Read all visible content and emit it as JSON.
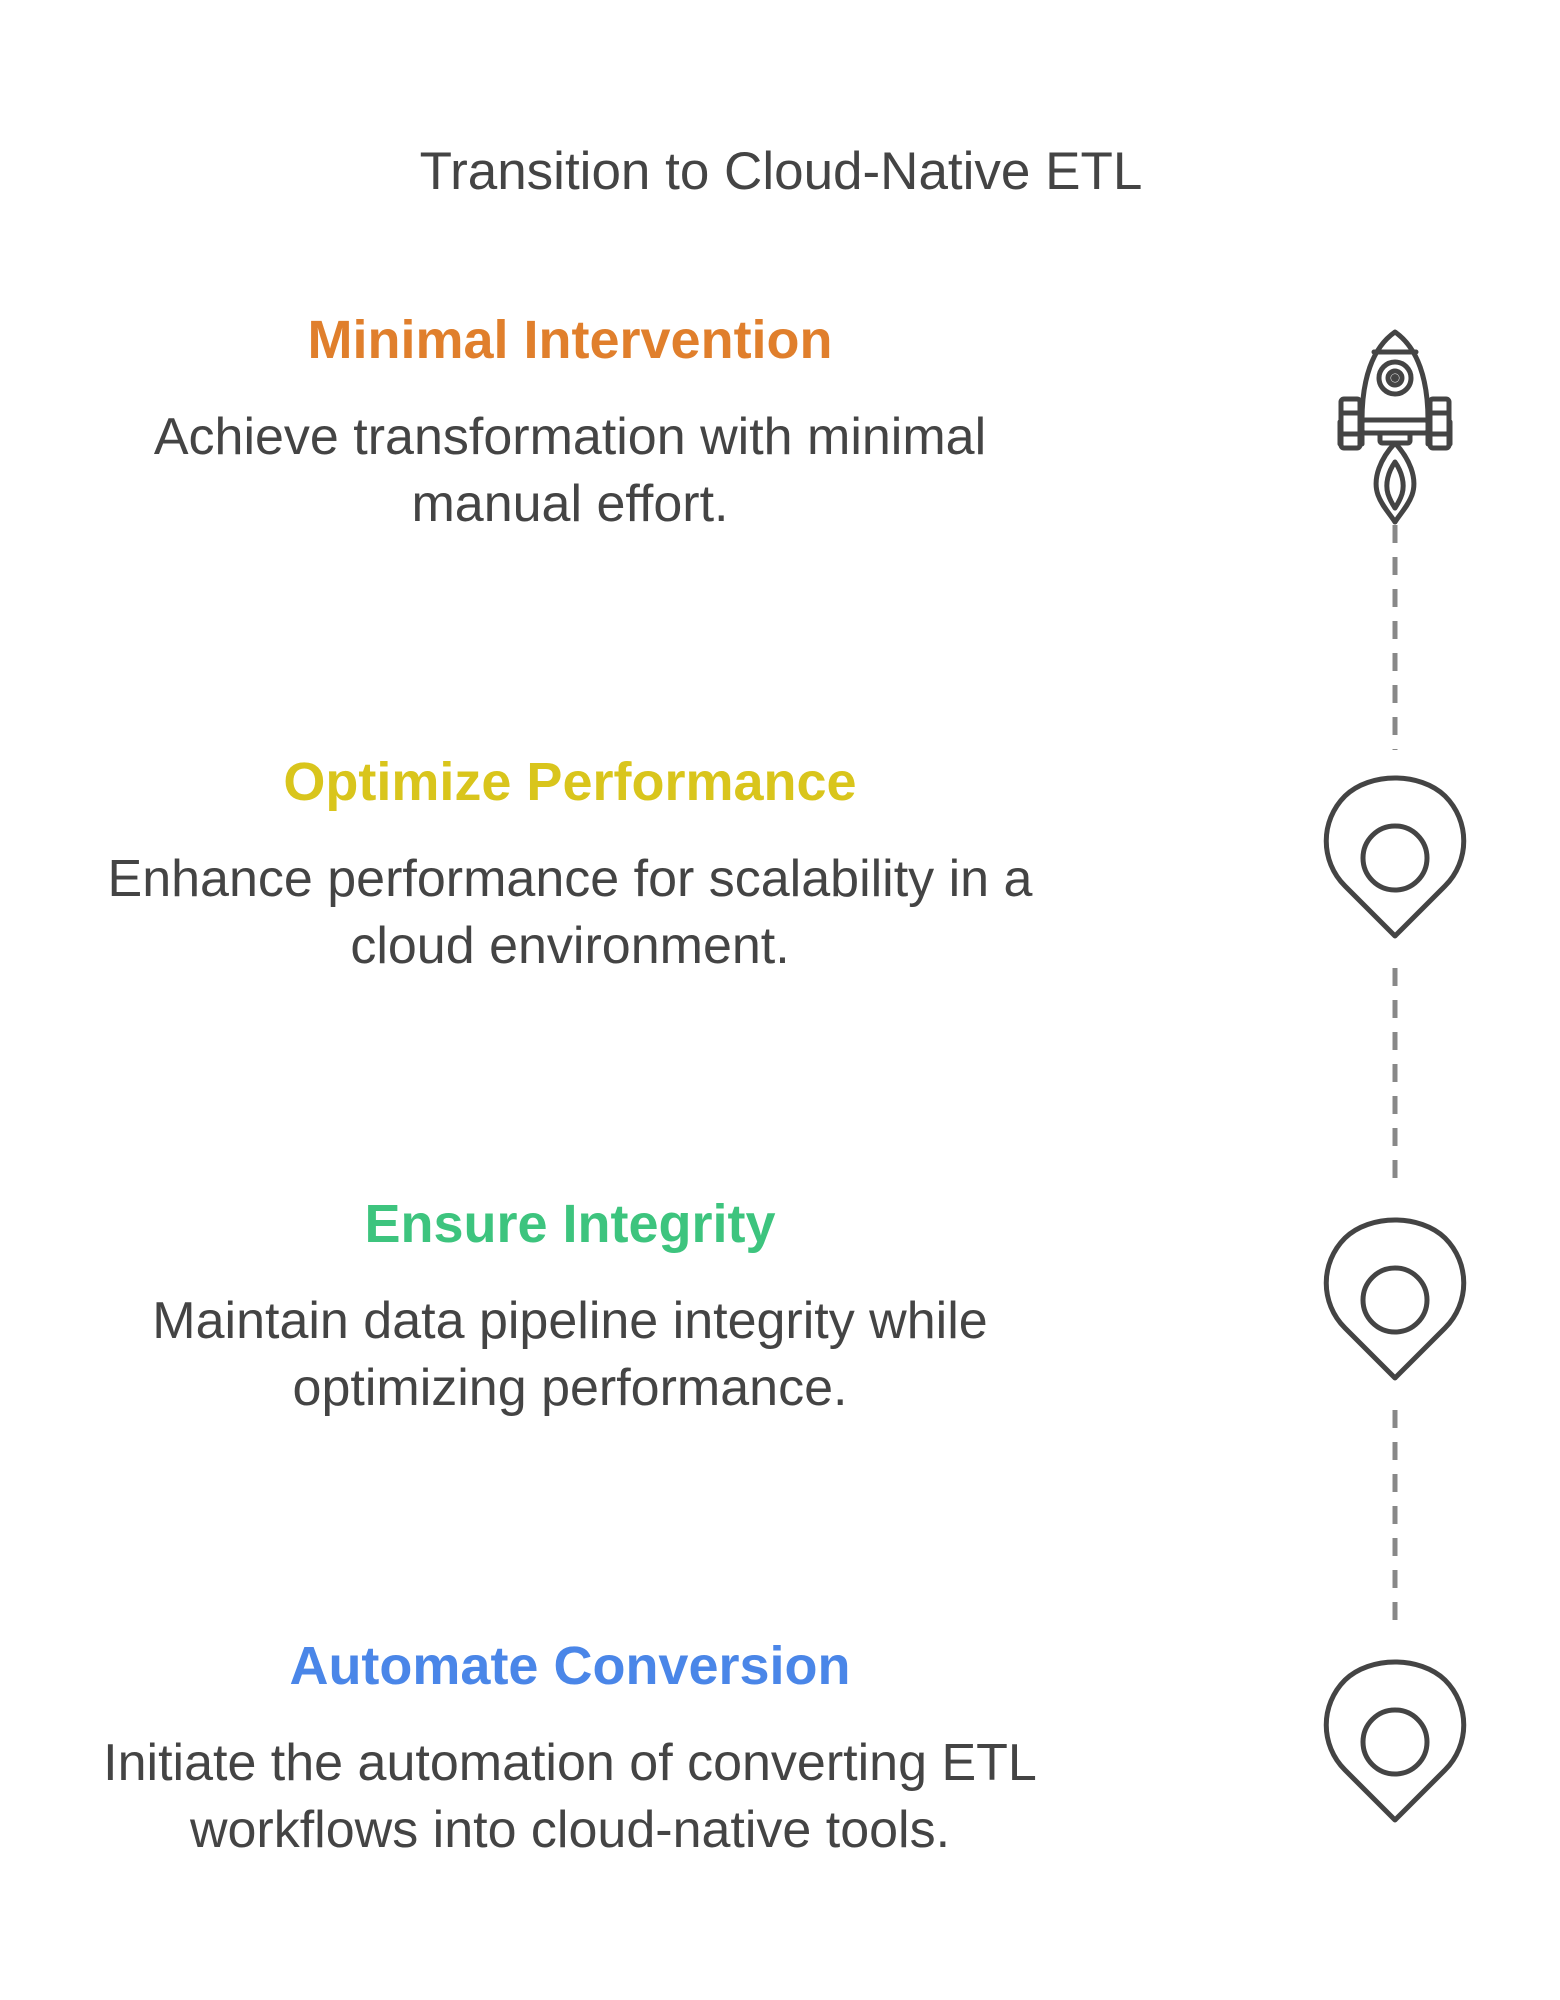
{
  "title": "Transition to Cloud-Native ETL",
  "colors": {
    "text": "#444444",
    "icon_stroke": "#444444",
    "connector": "#888888"
  },
  "icons": [
    "rocket-icon",
    "map-pin-icon",
    "map-pin-icon",
    "map-pin-icon"
  ],
  "steps": [
    {
      "title": "Minimal Intervention",
      "description": "Achieve transformation with minimal manual effort.",
      "color": "#E07F2C"
    },
    {
      "title": "Optimize Performance",
      "description": "Enhance performance for scalability in a cloud environment.",
      "color": "#D9C51C"
    },
    {
      "title": "Ensure Integrity",
      "description": "Maintain data pipeline integrity while optimizing performance.",
      "color": "#3DC47E"
    },
    {
      "title": "Automate Conversion",
      "description": "Initiate the automation of converting ETL workflows into cloud-native tools.",
      "color": "#4A86E8"
    }
  ]
}
